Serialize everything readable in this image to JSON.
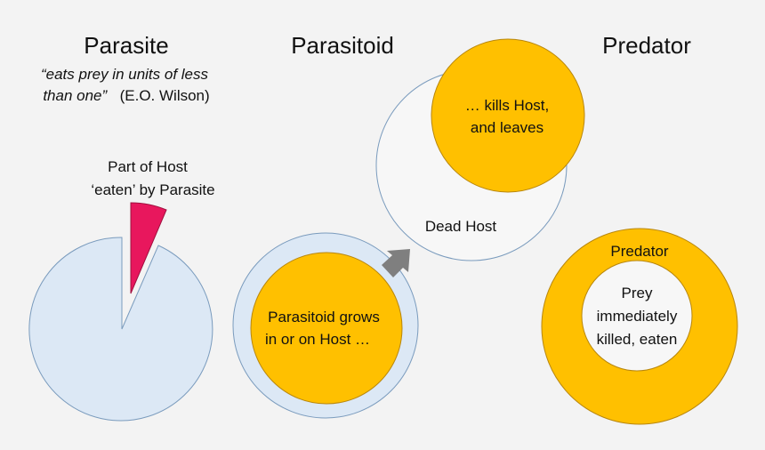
{
  "columns": {
    "parasite": {
      "title": "Parasite",
      "quote_line1": "“eats prey in units of less",
      "quote_line2_italic": "than one”",
      "quote_attribution": "(E.O. Wilson)",
      "callout_line1": "Part of Host",
      "callout_line2": "‘eaten’ by Parasite"
    },
    "parasitoid": {
      "title": "Parasitoid",
      "host_label_line1": "Parasitoid grows",
      "host_label_line2": "in or on Host …",
      "exit_label_line1": "… kills Host,",
      "exit_label_line2": "and leaves",
      "dead_host_label": "Dead Host"
    },
    "predator": {
      "title": "Predator",
      "outer_label": "Predator",
      "inner_line1": "Prey",
      "inner_line2": "immediately",
      "inner_line3": "killed, eaten"
    }
  },
  "colors": {
    "background": "#f3f3f3",
    "host_fill": "#dce8f5",
    "host_stroke": "#7a9bbd",
    "parasite_wedge": "#e8175d",
    "orange": "#ffc000",
    "orange_stroke": "#b8860b",
    "white_circle": "#f7f7f7",
    "arrow": "#7f7f7f"
  }
}
